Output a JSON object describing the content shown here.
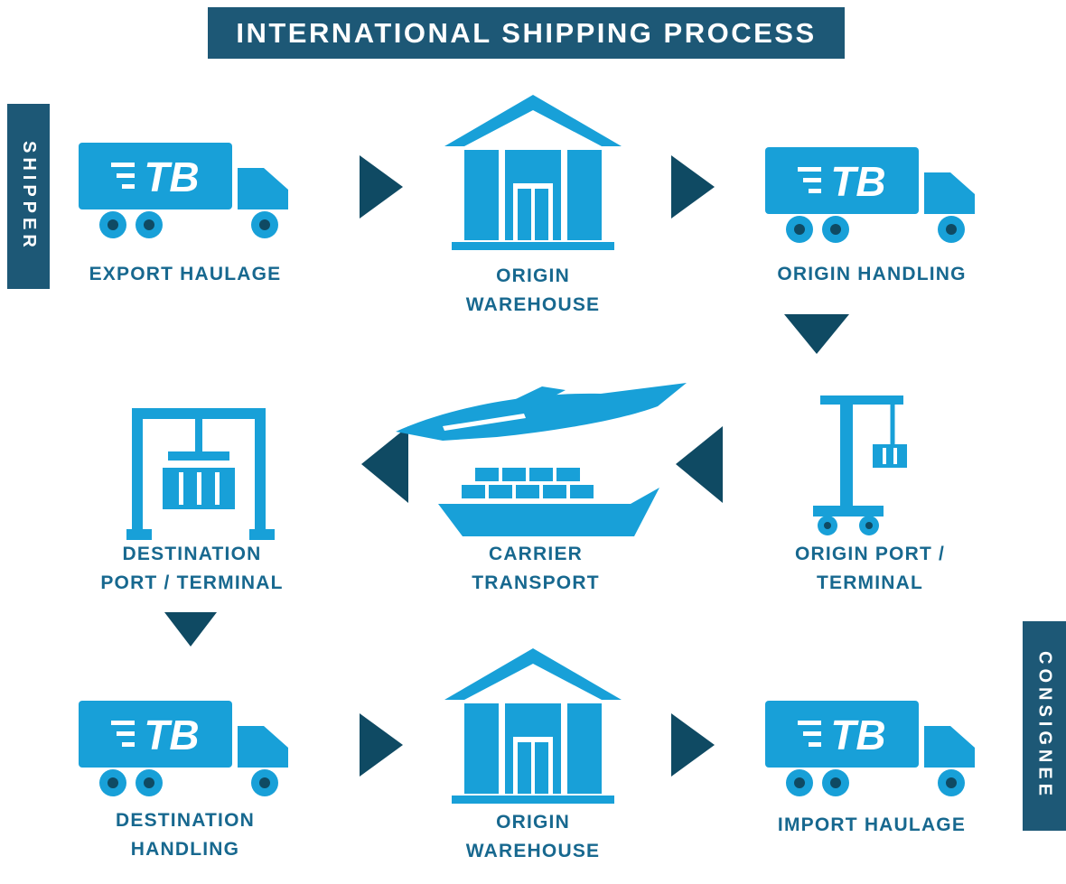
{
  "title": "INTERNATIONAL SHIPPING PROCESS",
  "side_labels": {
    "left": "SHIPPER",
    "right": "CONSIGNEE"
  },
  "truck_logo": "TB",
  "colors": {
    "banner": "#1D5876",
    "icon_blue": "#18A0D8",
    "label_text": "#17688F",
    "arrow": "#0F4A63"
  },
  "steps": [
    {
      "id": "export-haulage",
      "icon": "truck-icon",
      "label_lines": [
        "EXPORT HAULAGE"
      ]
    },
    {
      "id": "origin-warehouse",
      "icon": "warehouse-icon",
      "label_lines": [
        "ORIGIN",
        "WAREHOUSE"
      ]
    },
    {
      "id": "origin-handling",
      "icon": "truck-icon",
      "label_lines": [
        "ORIGIN HANDLING"
      ]
    },
    {
      "id": "origin-port-terminal",
      "icon": "port-crane-icon",
      "label_lines": [
        "ORIGIN PORT /",
        "TERMINAL"
      ]
    },
    {
      "id": "carrier-transport",
      "icon": "plane-ship-icon",
      "label_lines": [
        "CARRIER",
        "TRANSPORT"
      ]
    },
    {
      "id": "destination-port-terminal",
      "icon": "container-crane-icon",
      "label_lines": [
        "DESTINATION",
        "PORT / TERMINAL"
      ]
    },
    {
      "id": "destination-handling",
      "icon": "truck-icon",
      "label_lines": [
        "DESTINATION",
        "HANDLING"
      ]
    },
    {
      "id": "destination-warehouse",
      "icon": "warehouse-icon",
      "label_lines": [
        "ORIGIN",
        "WAREHOUSE"
      ]
    },
    {
      "id": "import-haulage",
      "icon": "truck-icon",
      "label_lines": [
        "IMPORT HAULAGE"
      ]
    }
  ],
  "flow_arrows": [
    {
      "id": "a1",
      "direction": "right"
    },
    {
      "id": "a2",
      "direction": "right"
    },
    {
      "id": "a3",
      "direction": "down"
    },
    {
      "id": "a4",
      "direction": "left"
    },
    {
      "id": "a5",
      "direction": "left"
    },
    {
      "id": "a6",
      "direction": "down"
    },
    {
      "id": "a7",
      "direction": "right"
    },
    {
      "id": "a8",
      "direction": "right"
    }
  ]
}
